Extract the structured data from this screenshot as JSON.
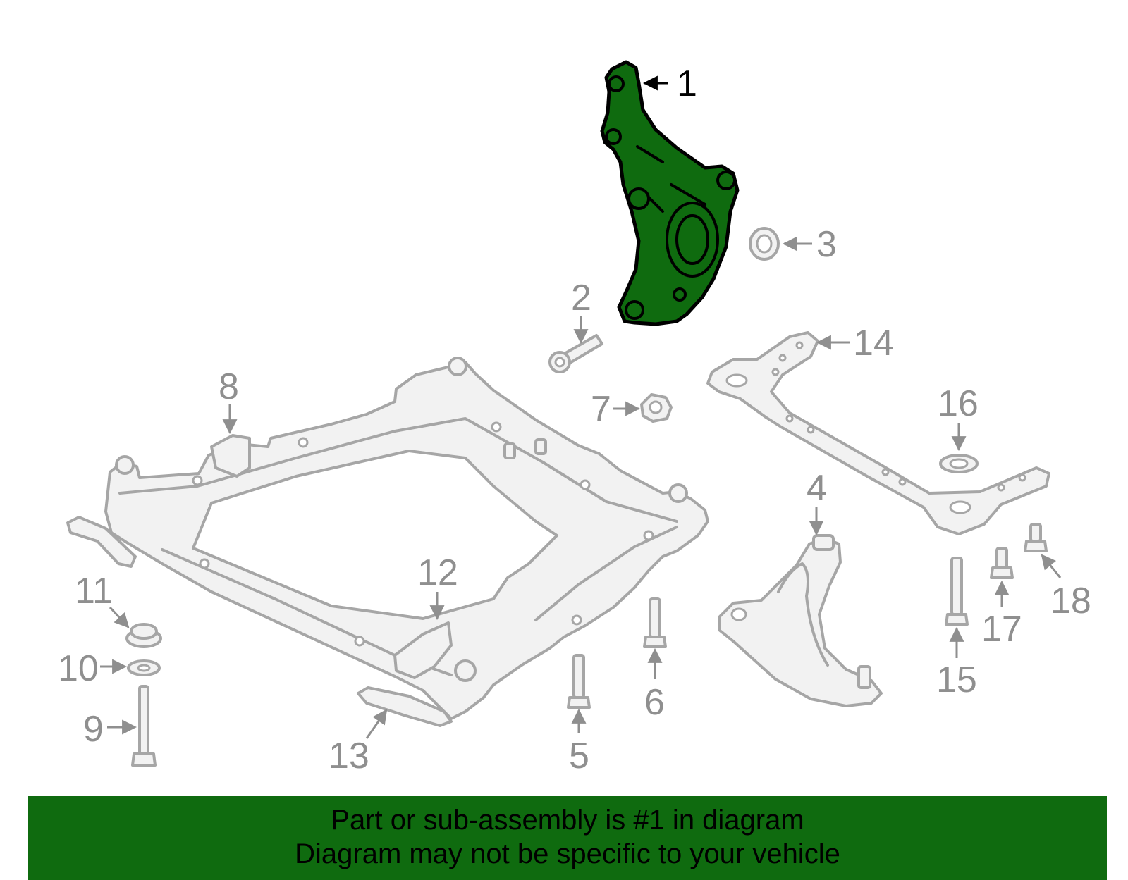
{
  "diagram": {
    "highlight_color": "#0f6b0f",
    "part_color": "#a6a6a6",
    "callouts": [
      "1",
      "2",
      "3",
      "4",
      "5",
      "6",
      "7",
      "8",
      "9",
      "10",
      "11",
      "12",
      "13",
      "14",
      "15",
      "16",
      "17",
      "18"
    ]
  },
  "banner": {
    "line1": "Part or sub-assembly is #1 in diagram",
    "line2": "Diagram may not be specific to your vehicle"
  }
}
